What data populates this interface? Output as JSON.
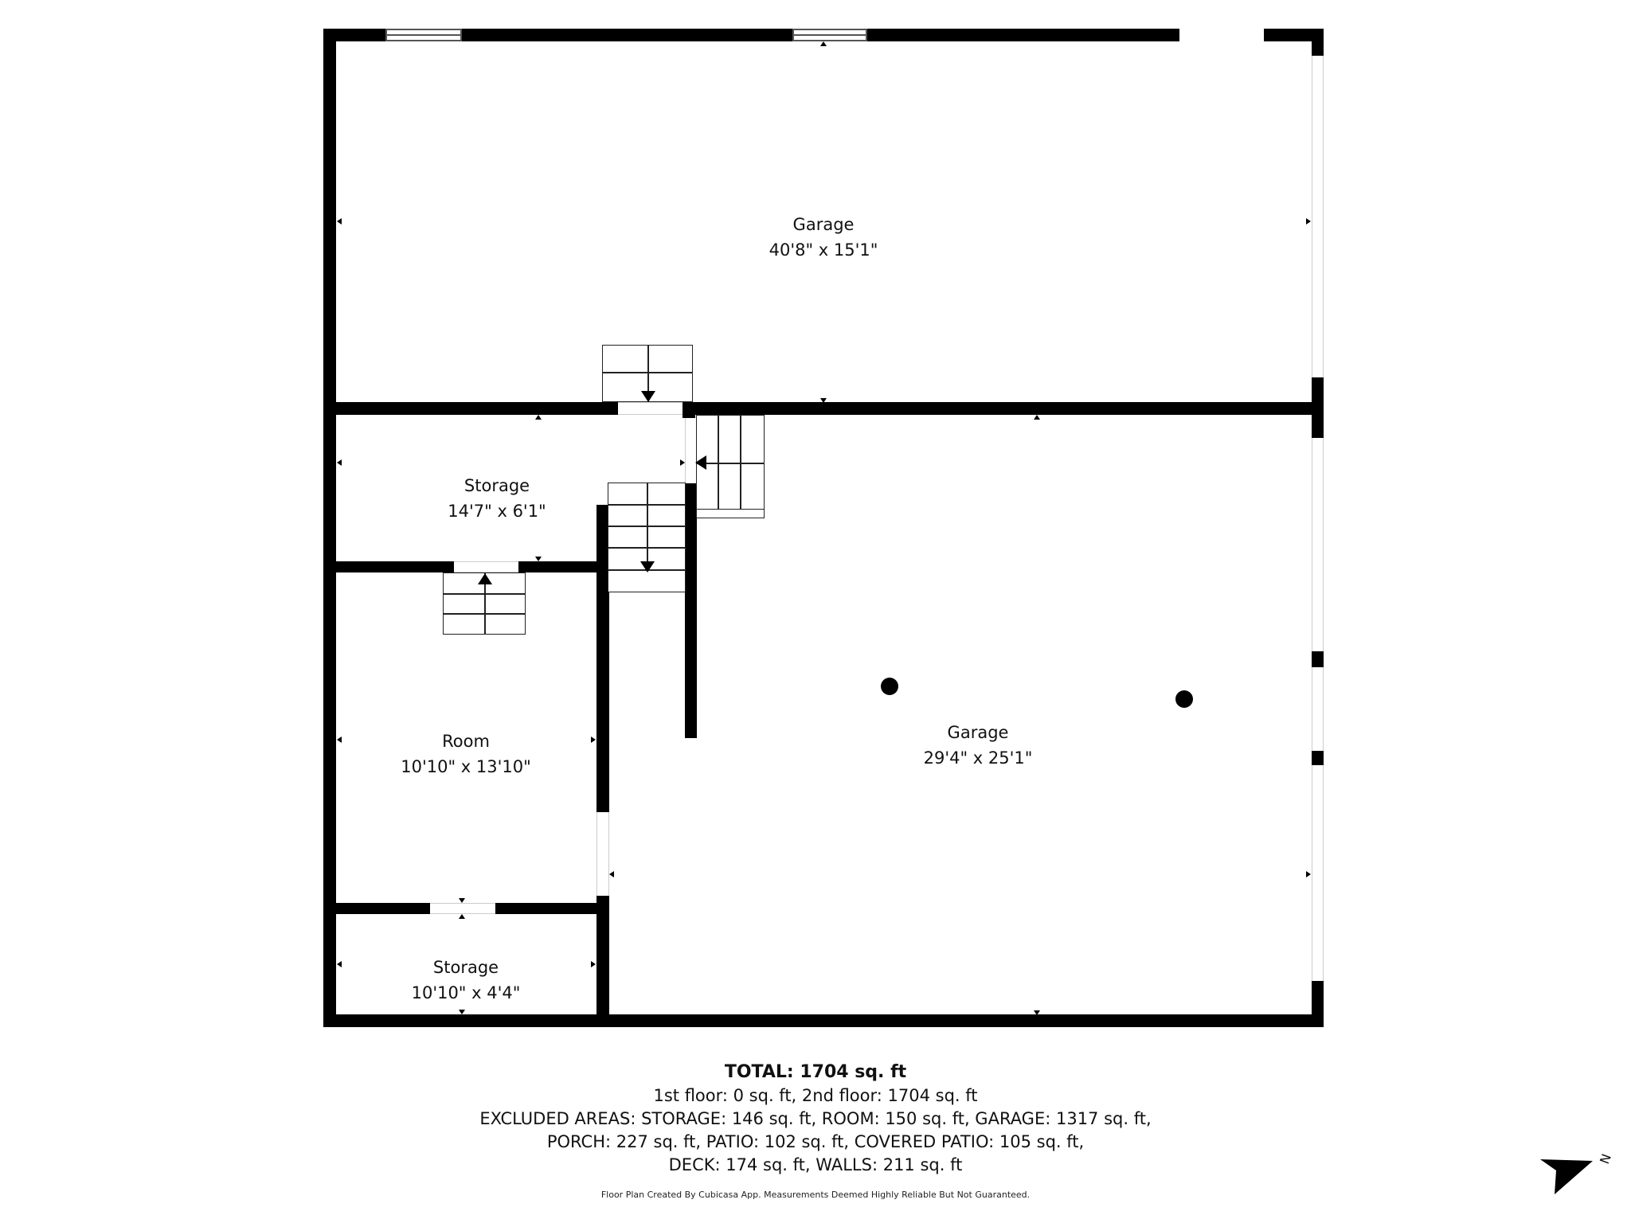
{
  "floor_plan": {
    "rooms": [
      {
        "id": "garage-top",
        "name": "Garage",
        "dimensions": "40'8\" x 15'1\""
      },
      {
        "id": "storage-top",
        "name": "Storage",
        "dimensions": "14'7\" x 6'1\""
      },
      {
        "id": "room",
        "name": "Room",
        "dimensions": "10'10\" x 13'10\""
      },
      {
        "id": "storage-bottom",
        "name": "Storage",
        "dimensions": "10'10\" x 4'4\""
      },
      {
        "id": "garage-main",
        "name": "Garage",
        "dimensions": "29'4\" x 25'1\""
      }
    ],
    "columns": 2,
    "staircases": 4,
    "wall_color": "#000000",
    "background_color": "#ffffff"
  },
  "summary": {
    "total": "TOTAL: 1704 sq. ft",
    "floors": "1st floor: 0 sq. ft, 2nd floor: 1704 sq. ft",
    "excluded_line1": "EXCLUDED AREAS: STORAGE: 146 sq. ft, ROOM: 150 sq. ft, GARAGE: 1317 sq. ft,",
    "excluded_line2": "PORCH: 227 sq. ft, PATIO: 102 sq. ft, COVERED PATIO: 105 sq. ft,",
    "excluded_line3": "DECK: 174 sq. ft, WALLS: 211 sq. ft"
  },
  "credit": "Floor Plan Created By Cubicasa App. Measurements Deemed Highly Reliable But Not Guaranteed.",
  "compass": {
    "label": "N",
    "icon": "north-arrow-icon"
  }
}
